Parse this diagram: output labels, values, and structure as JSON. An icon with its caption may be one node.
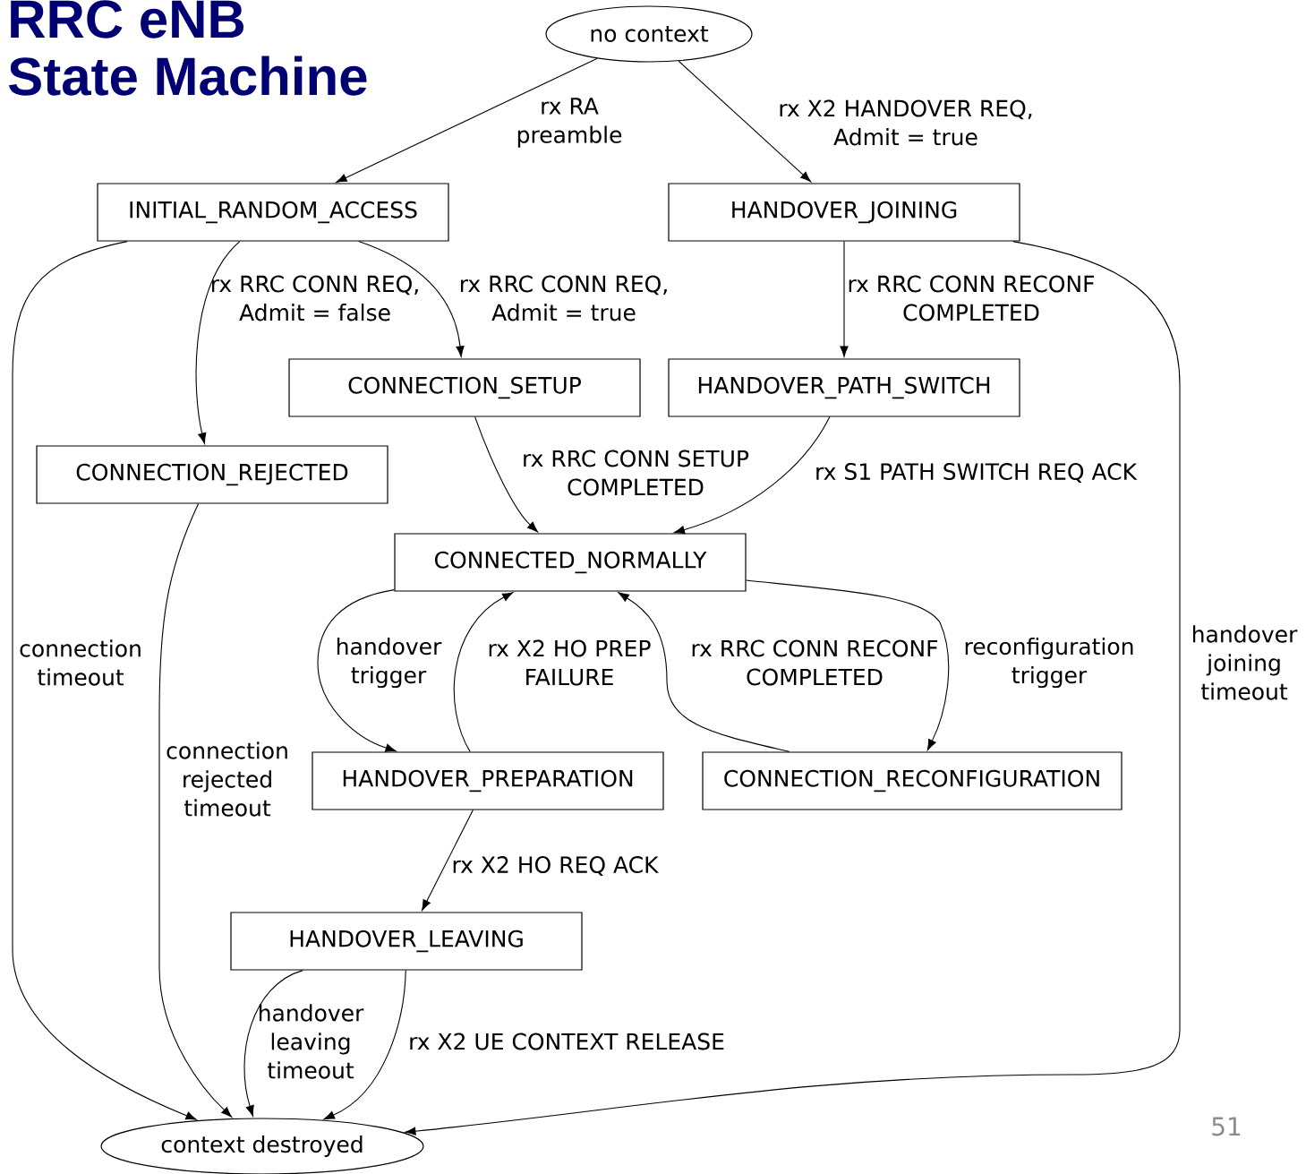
{
  "diagram": {
    "title": "RRC eNB State Machine",
    "nodes": [
      {
        "text": [
          "no context"
        ]
      },
      {
        "text": [
          "INITIAL_RANDOM_ACCESS"
        ]
      },
      {
        "text": [
          "HANDOVER_JOINING"
        ]
      },
      {
        "text": [
          "CONNECTION_SETUP"
        ]
      },
      {
        "text": [
          "HANDOVER_PATH_SWITCH"
        ]
      },
      {
        "text": [
          "CONNECTION_REJECTED"
        ]
      },
      {
        "text": [
          "CONNECTED_NORMALLY"
        ]
      },
      {
        "text": [
          "HANDOVER_PREPARATION"
        ]
      },
      {
        "text": [
          "CONNECTION_RECONFIGURATION"
        ]
      },
      {
        "text": [
          "HANDOVER_LEAVING"
        ]
      },
      {
        "text": [
          "context destroyed"
        ]
      }
    ],
    "edges": [
      {
        "from": 0,
        "to": 1,
        "arrow": "to",
        "label": "rx RA preamble"
      },
      {
        "from": 0,
        "to": 2,
        "arrow": "to",
        "label": "rx X2 HANDOVER REQ, Admit = true"
      },
      {
        "from": 1,
        "to": 5,
        "arrow": "to",
        "label": "rx RRC CONN REQ, Admit = false"
      },
      {
        "from": 1,
        "to": 3,
        "arrow": "to",
        "label": "rx RRC CONN REQ, Admit = true"
      },
      {
        "from": 2,
        "to": 4,
        "arrow": "to",
        "label": "rx RRC CONN RECONF COMPLETED"
      },
      {
        "from": 1,
        "to": 10,
        "arrow": "to",
        "label": "connection timeout"
      },
      {
        "from": 2,
        "to": 10,
        "arrow": "to",
        "label": "handover joining timeout"
      },
      {
        "from": 3,
        "to": 6,
        "arrow": "to",
        "label": "rx RRC CONN SETUP COMPLETED"
      },
      {
        "from": 4,
        "to": 6,
        "arrow": "to",
        "label": "rx S1 PATH SWITCH REQ ACK"
      },
      {
        "from": 5,
        "to": 10,
        "arrow": "to",
        "label": "connection rejected timeout"
      },
      {
        "from": 6,
        "to": 7,
        "arrow": "to",
        "label": "handover trigger"
      },
      {
        "from": 7,
        "to": 6,
        "arrow": "to",
        "label": "rx X2 HO PREP FAILURE"
      },
      {
        "from": 8,
        "to": 6,
        "arrow": "to",
        "label": "rx RRC CONN RECONF COMPLETED"
      },
      {
        "from": 6,
        "to": 8,
        "arrow": "to",
        "label": "reconfiguration trigger"
      },
      {
        "from": 7,
        "to": 9,
        "arrow": "to",
        "label": "rx X2 HO REQ ACK"
      },
      {
        "from": 9,
        "to": 10,
        "arrow": "to",
        "label": "handover leaving timeout"
      },
      {
        "from": 9,
        "to": 10,
        "arrow": "to",
        "label": "rx X2 UE CONTEXT RELEASE"
      }
    ],
    "labels": [
      "51"
    ]
  }
}
